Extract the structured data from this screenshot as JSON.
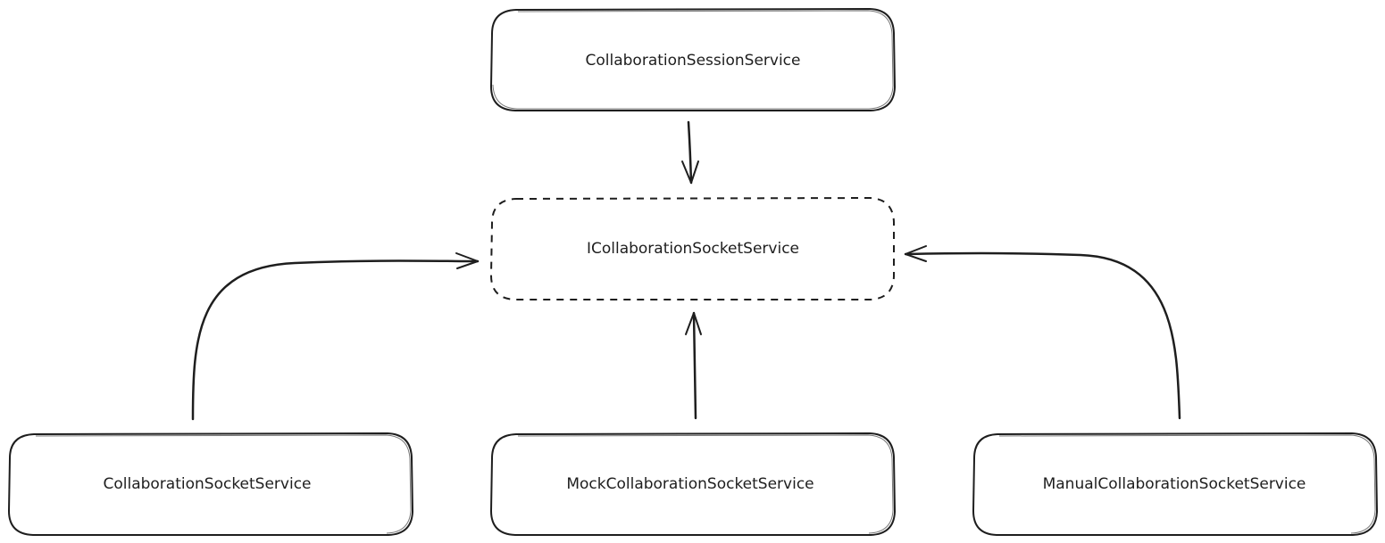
{
  "diagram": {
    "nodes": {
      "session_service": "CollaborationSessionService",
      "socket_interface": "ICollaborationSocketService",
      "socket_service": "CollaborationSocketService",
      "mock_socket_service": "MockCollaborationSocketService",
      "manual_socket_service": "ManualCollaborationSocketService"
    },
    "edges": [
      {
        "from": "CollaborationSessionService",
        "to": "ICollaborationSocketService"
      },
      {
        "from": "CollaborationSocketService",
        "to": "ICollaborationSocketService"
      },
      {
        "from": "MockCollaborationSocketService",
        "to": "ICollaborationSocketService"
      },
      {
        "from": "ManualCollaborationSocketService",
        "to": "ICollaborationSocketService"
      }
    ],
    "colors": {
      "stroke": "#1e1e1e",
      "background": "#ffffff"
    }
  }
}
